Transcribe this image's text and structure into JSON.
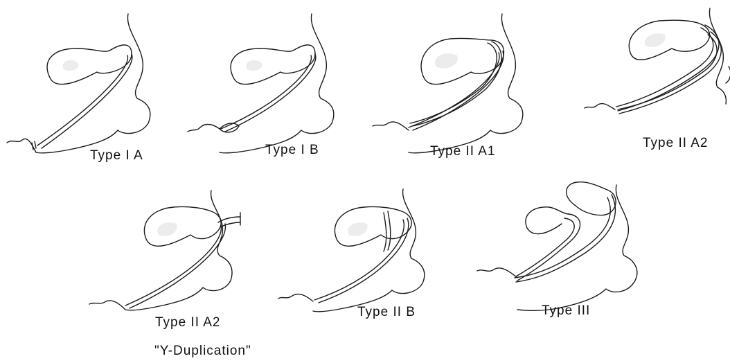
{
  "labels": {
    "type_1a": "Type I A",
    "type_1b": "Type I B",
    "type_2a1": "Type II A1",
    "type_2a2_top": "Type II A2",
    "type_2a2_bottom": "Type II A2",
    "y_duplication": "\"Y-Duplication\"",
    "type_2b": "Type II B",
    "type_3": "Type III"
  }
}
